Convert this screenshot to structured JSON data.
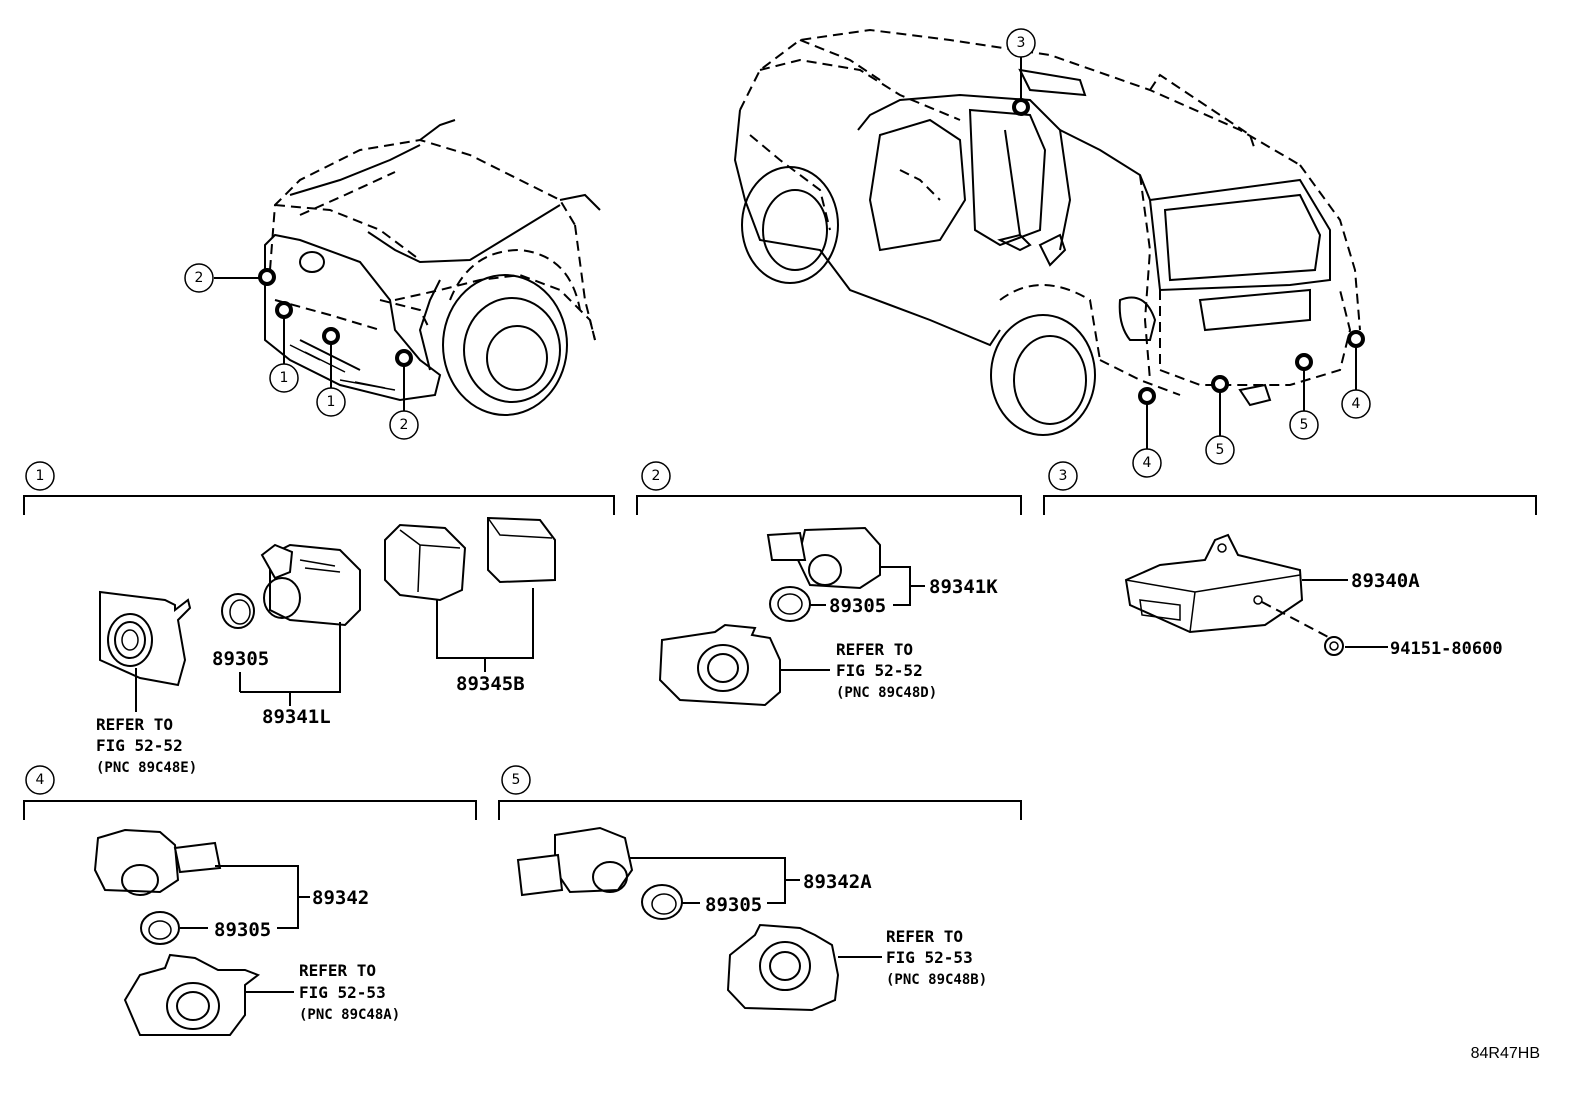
{
  "callouts": {
    "c1": "1",
    "c2": "2",
    "c3": "3",
    "c4": "4",
    "c5": "5"
  },
  "groups": {
    "g1": {
      "number": "1",
      "parts": {
        "grommet": "89305",
        "sensor": "89341L",
        "cover": "89345B"
      },
      "refer": {
        "line1": "REFER TO",
        "line2": "FIG 52-52",
        "line3": "(PNC 89C48E)"
      }
    },
    "g2": {
      "number": "2",
      "parts": {
        "sensor": "89341K",
        "grommet": "89305"
      },
      "refer": {
        "line1": "REFER TO",
        "line2": "FIG 52-52",
        "line3": "(PNC 89C48D)"
      }
    },
    "g3": {
      "number": "3",
      "parts": {
        "ecu": "89340A",
        "screw": "94151-80600"
      }
    },
    "g4": {
      "number": "4",
      "parts": {
        "sensor": "89342",
        "grommet": "89305"
      },
      "refer": {
        "line1": "REFER TO",
        "line2": "FIG 52-53",
        "line3": "(PNC 89C48A)"
      }
    },
    "g5": {
      "number": "5",
      "parts": {
        "sensor": "89342A",
        "grommet": "89305"
      },
      "refer": {
        "line1": "REFER TO",
        "line2": "FIG 52-53",
        "line3": "(PNC 89C48B)"
      }
    }
  },
  "diagram_code": "84R47HB"
}
